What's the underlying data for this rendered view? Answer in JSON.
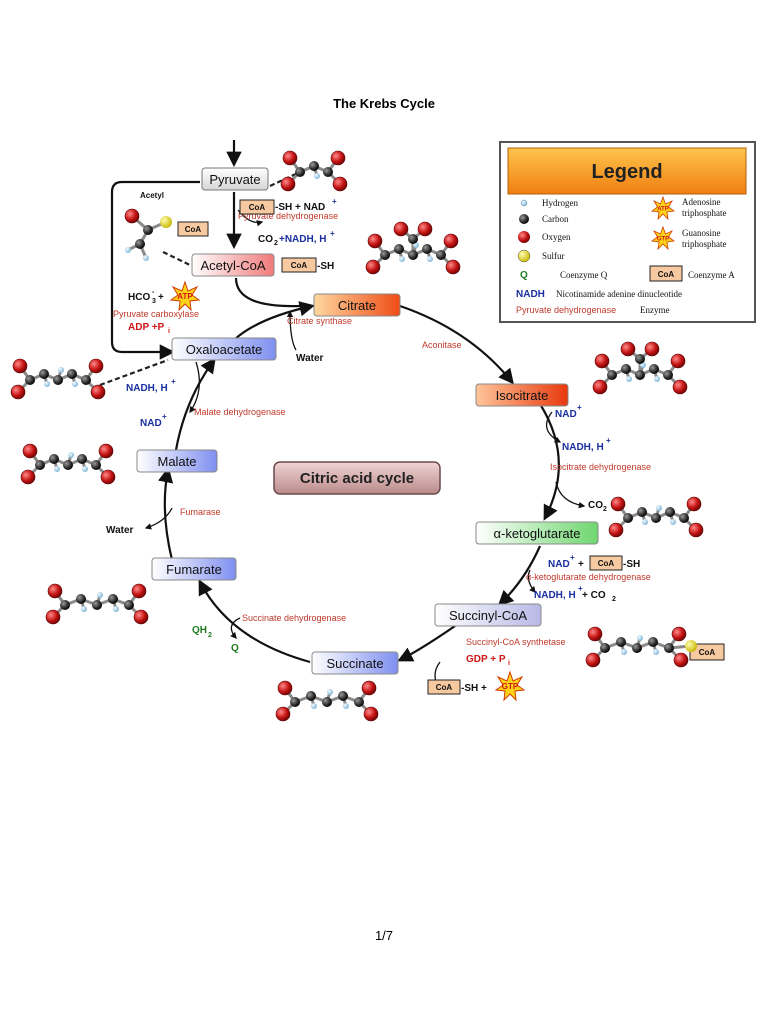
{
  "page": {
    "title": "The Krebs Cycle",
    "page_number": "1/7"
  },
  "center_label": "Citric acid cycle",
  "compounds": {
    "pyruvate": "Pyruvate",
    "acetyl_coa": "Acetyl-CoA",
    "citrate": "Citrate",
    "isocitrate": "Isocitrate",
    "alpha_ketoglutarate": "α-ketoglutarate",
    "succinyl_coa": "Succinyl-CoA",
    "succinate": "Succinate",
    "fumarate": "Fumarate",
    "malate": "Malate",
    "oxaloacetate": "Oxaloacetate"
  },
  "enzymes": {
    "pyruvate_dehydrogenase": "Pyruvate dehydrogenase",
    "pyruvate_carboxylase": "Pyruvate carboxylase",
    "citrate_synthase": "Citrate synthase",
    "aconitase": "Aconitase",
    "isocitrate_dehydrogenase": "Isocitrate dehydrogenase",
    "akg_dehydrogenase": "α-ketoglutarate dehydrogenase",
    "succinyl_coa_synthetase": "Succinyl-CoA synthetase",
    "succinate_dehydrogenase": "Succinate dehydrogenase",
    "fumarase": "Fumarase",
    "malate_dehydrogenase": "Malate dehydrogenase"
  },
  "cofactors": {
    "acetyl": "Acetyl",
    "sh_plus_nad": "-SH + NAD",
    "nad_sup": "+",
    "co2": "CO",
    "co2_sub": "2",
    "plus_nadh_h": "+NADH, H",
    "h_sup": "+",
    "sh": "-SH",
    "hco3": "HCO",
    "hco3_sub": "3",
    "hco3_sup": "-",
    "plus": "+",
    "adp_pi": "ADP +P",
    "pi_sub": "i",
    "water": "Water",
    "nad": "NAD",
    "nadh_h": "NADH, H",
    "nad_plus": "NAD",
    "nadh_h_plus_co2": "NADH, H",
    "plus_co2": " + CO",
    "gdp_pi": "GDP + P",
    "sh_plus": "-SH +",
    "qh2": "QH",
    "qh2_sub": "2",
    "q": "Q",
    "coa": "CoA",
    "atp": "ATP",
    "gtp": "GTP"
  },
  "legend": {
    "title": "Legend",
    "hydrogen": "Hydrogen",
    "carbon": "Carbon",
    "oxygen": "Oxygen",
    "sulfur": "Sulfur",
    "atp_line1": "Adenosine",
    "atp_line2": "triphosphate",
    "gtp_line1": "Guanosine",
    "gtp_line2": "triphosphate",
    "q_symbol": "Q",
    "coenzyme_q": "Coenzyme Q",
    "coenzyme_a": "Coenzyme A",
    "nadh_symbol": "NADH",
    "nadh_desc": "Nicotinamide adenine dinucleotide",
    "enzyme_example": "Pyruvate dehydrogenase",
    "enzyme_label": "Enzyme"
  },
  "colors": {
    "enzyme": "#c0392b",
    "cofactor": "#1a2fa0",
    "oxygen": "#c41212",
    "carbon": "#2b2b2b",
    "legend_title_bg": "#f59a17"
  }
}
